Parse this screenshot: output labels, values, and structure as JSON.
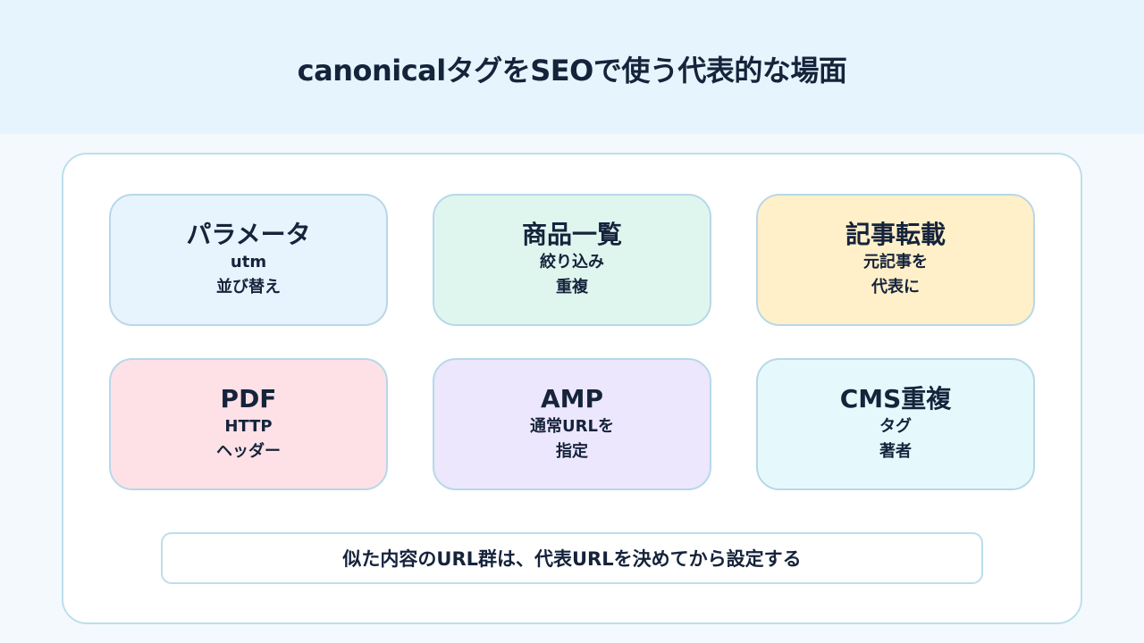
{
  "title": "canonicalタグをSEOで使う代表的な場面",
  "cards": [
    {
      "title": "パラメータ",
      "line1": "utm",
      "line2": "並び替え",
      "color": "#e7f3fd"
    },
    {
      "title": "商品一覧",
      "line1": "絞り込み",
      "line2": "重複",
      "color": "#dff6ef"
    },
    {
      "title": "記事転載",
      "line1": "元記事を",
      "line2": "代表に",
      "color": "#fff0c9"
    },
    {
      "title": "PDF",
      "line1": "HTTP",
      "line2": "ヘッダー",
      "color": "#fde1e6"
    },
    {
      "title": "AMP",
      "line1": "通常URLを",
      "line2": "指定",
      "color": "#ece7fd"
    },
    {
      "title": "CMS重複",
      "line1": "タグ",
      "line2": "著者",
      "color": "#e5f9fd"
    }
  ],
  "note": "似た内容のURL群は、代表URLを決めてから設定する"
}
